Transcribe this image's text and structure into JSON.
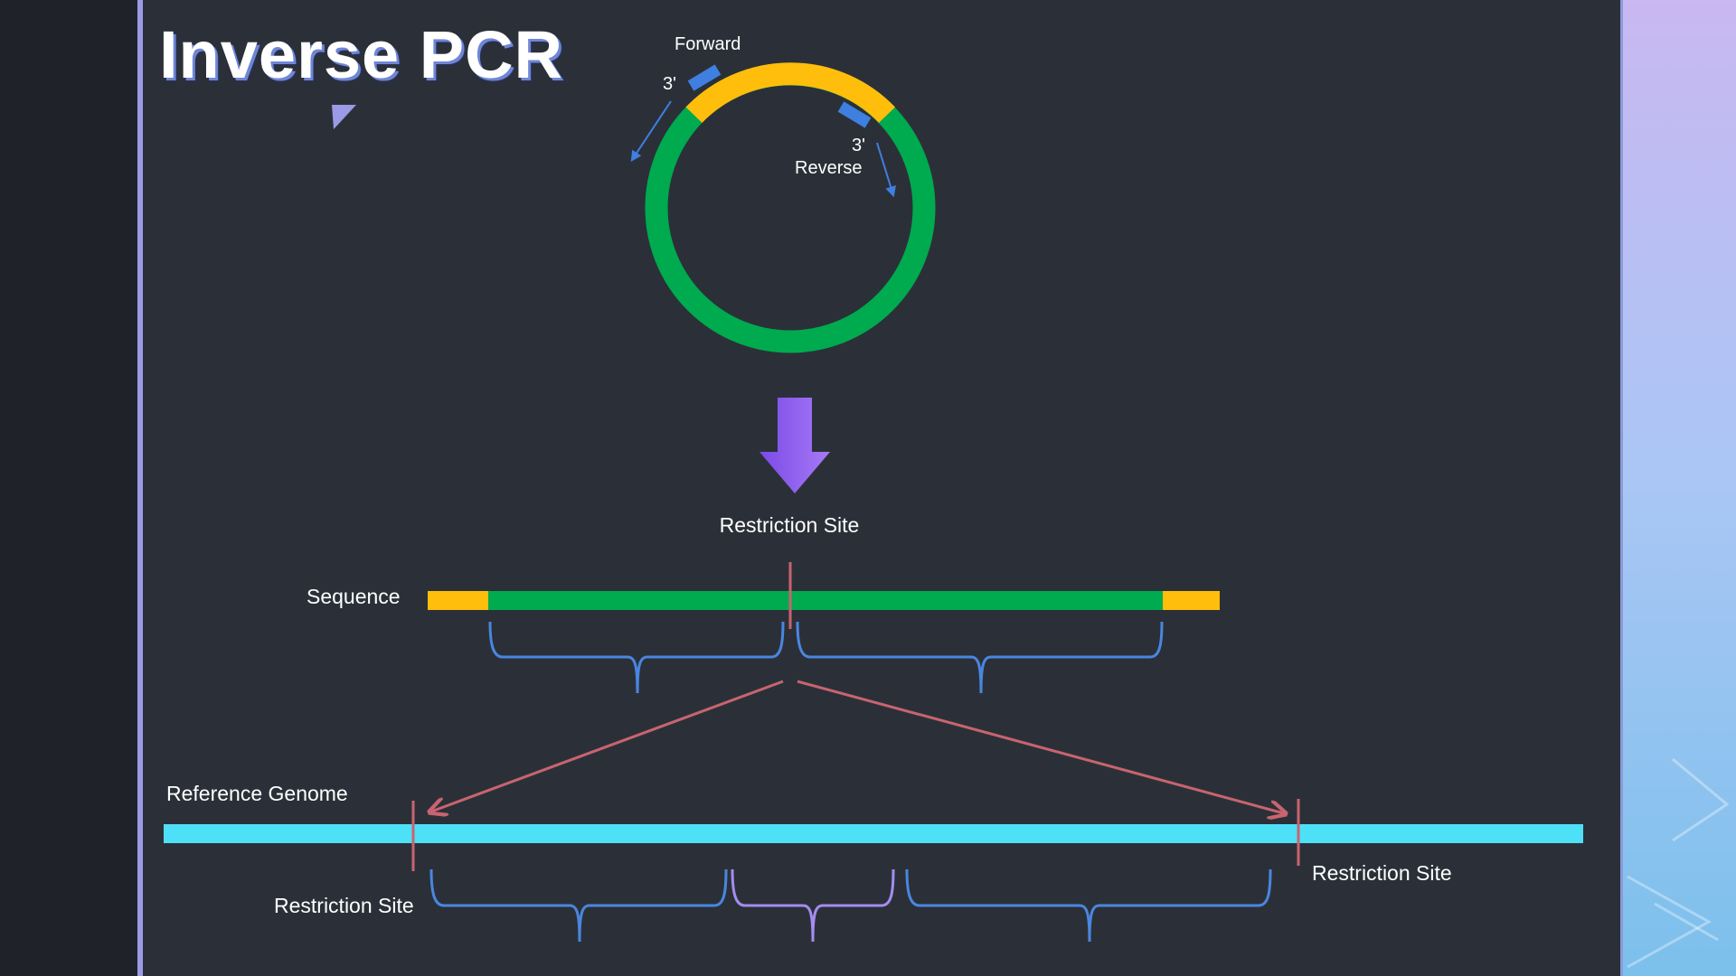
{
  "slide": {
    "title": "Inverse PCR"
  },
  "diagram": {
    "plasmid": {
      "forward_label": "Forward",
      "reverse_label": "Reverse",
      "forward_end_label": "3'",
      "reverse_end_label": "3'"
    },
    "sequence_label": "Sequence",
    "restriction_site_top": "Restriction Site",
    "reference_genome_label": "Reference Genome",
    "restriction_site_left": "Restriction Site",
    "restriction_site_right": "Restriction Site"
  },
  "colors": {
    "background": "#2b3038",
    "left_panel": "#1f2329",
    "accent_line": "#9a9ae6",
    "plasmid_green": "#00aa4f",
    "insert_yellow": "#ffbe0b",
    "primer_blue": "#3f7fe0",
    "genome_cyan": "#4ee0f6",
    "bracket_blue": "#4a86e0",
    "bracket_purple": "#a58cf0",
    "restriction_red": "#c86470",
    "arrow_purple": "#8a5cf0"
  },
  "icons": {
    "down_arrow": "down-arrow-icon",
    "corner_triangle": "triangle-marker-icon"
  }
}
